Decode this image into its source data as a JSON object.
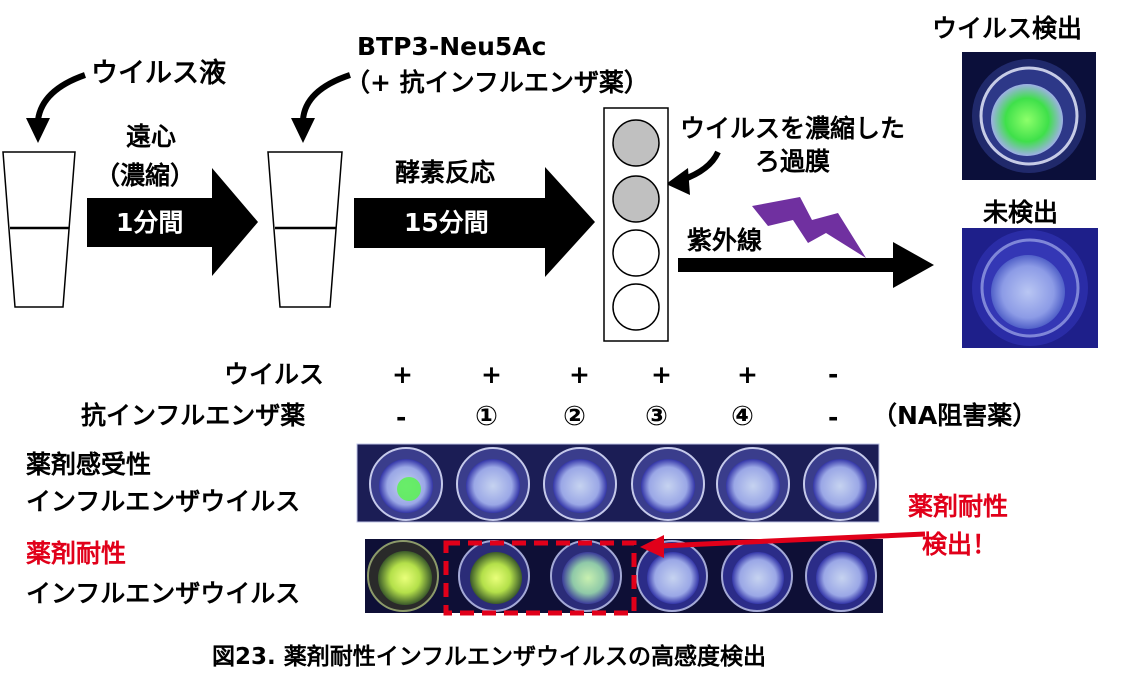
{
  "colors": {
    "accent_red": "#e1001a",
    "uv_purple": "#7030a0",
    "fluorescence_green": "#6be36b",
    "uv_blue": "#23239a"
  },
  "top": {
    "virus_liquid": "ウイルス液",
    "centrifuge_line1": "遠心",
    "centrifuge_line2": "（濃縮）",
    "centrifuge_time": "1分間",
    "reagent_line1": "BTP3-Neu5Ac",
    "reagent_line2": "（+ 抗インフルエンザ薬）",
    "enzyme_reaction": "酵素反応",
    "enzyme_time": "15分間",
    "membrane_line1": "ウイルスを濃縮した",
    "membrane_line2": "ろ過膜",
    "uv_light": "紫外線",
    "detected": "ウイルス検出",
    "not_detected": "未検出"
  },
  "table": {
    "row_virus_label": "ウイルス",
    "row_drug_label": "抗インフルエンザ薬",
    "virus_values": [
      "+",
      "+",
      "+",
      "+",
      "+",
      "-"
    ],
    "drug_values": [
      "-",
      "①",
      "②",
      "③",
      "④",
      "-"
    ],
    "drug_note": "（NA阻害薬）"
  },
  "strips": {
    "sensitive_line1": "薬剤感受性",
    "sensitive_line2": "インフルエンザウイルス",
    "resistant_line1": "薬剤耐性",
    "resistant_line2": "インフルエンザウイルス",
    "resistance_line1": "薬剤耐性",
    "resistance_line2": "検出！"
  },
  "caption": "図23. 薬剤耐性インフルエンザウイルスの高感度検出"
}
